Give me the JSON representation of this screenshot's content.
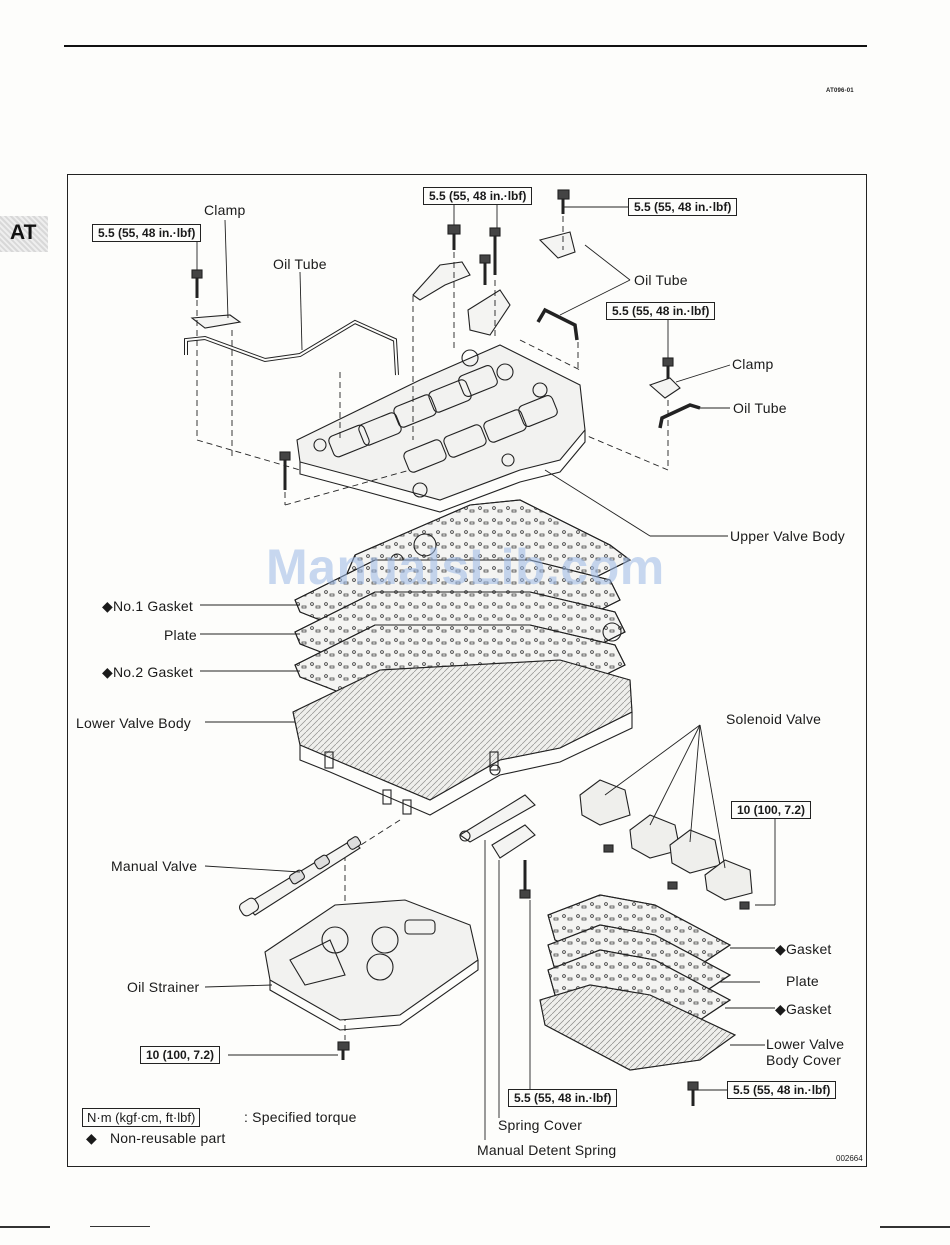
{
  "page": {
    "doc_code": "AT096-01",
    "side_tab": "AT",
    "watermark": "ManualsLib.com",
    "figure_number": "002664"
  },
  "labels": {
    "clamp_top": "Clamp",
    "oil_tube_left": "Oil Tube",
    "oil_tube_mid": "Oil Tube",
    "clamp_right": "Clamp",
    "oil_tube_right": "Oil Tube",
    "upper_valve_body": "Upper Valve Body",
    "no1_gasket": "◆No.1 Gasket",
    "plate": "Plate",
    "no2_gasket": "◆No.2 Gasket",
    "lower_valve_body": "Lower Valve Body",
    "solenoid_valve": "Solenoid Valve",
    "manual_valve": "Manual Valve",
    "gasket_upper": "◆Gasket",
    "plate_right": "Plate",
    "gasket_lower": "◆Gasket",
    "oil_strainer": "Oil Strainer",
    "lower_valve_body_cover_1": "Lower Valve",
    "lower_valve_body_cover_2": "Body Cover",
    "spring_cover": "Spring Cover",
    "manual_detent_spring": "Manual Detent Spring"
  },
  "torques": {
    "top_left": "5.5 (55, 48 in.·lbf)",
    "top_center": "5.5 (55, 48 in.·lbf)",
    "top_right": "5.5 (55, 48 in.·lbf)",
    "clamp_right": "5.5 (55, 48 in.·lbf)",
    "solenoid": "10 (100, 7.2)",
    "strainer": "10 (100, 7.2)",
    "spring_cover": "5.5 (55, 48 in.·lbf)",
    "cover_bolt": "5.5 (55, 48 in.·lbf)"
  },
  "legend": {
    "torque_unit": "N·m (kgf·cm, ft·lbf)",
    "torque_desc": ": Specified torque",
    "symbol": "◆",
    "non_reusable": "Non-reusable part"
  }
}
